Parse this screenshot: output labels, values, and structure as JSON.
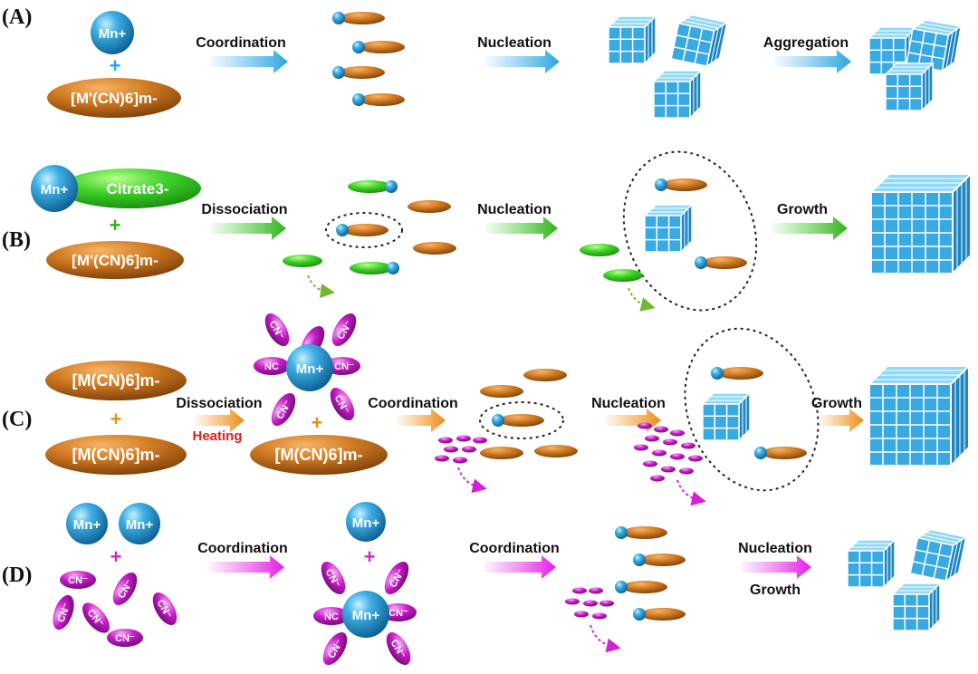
{
  "panels": [
    {
      "id": "A",
      "label": "(A)",
      "metal": "Mn+",
      "plus": "+",
      "cyanide": "[M'(CN)6]m-",
      "steps": [
        "Coordination",
        "Nucleation",
        "Aggregation"
      ]
    },
    {
      "id": "B",
      "label": "(B)",
      "metal": "Mn+",
      "ligand": "Citrate3-",
      "plus": "+",
      "cyanide": "[M'(CN)6]m-",
      "steps": [
        "Dissociation",
        "Nucleation",
        "Growth"
      ]
    },
    {
      "id": "C",
      "label": "(C)",
      "cyanide_top": "[M(CN)6]m-",
      "plus": "+",
      "cyanide_bottom": "[M(CN)6]m-",
      "steps": [
        "Dissociation",
        "Coordination",
        "Nucleation",
        "Growth"
      ],
      "condition": "Heating",
      "metal": "Mn+",
      "cyanide_product": "[M(CN)6]m-"
    },
    {
      "id": "D",
      "label": "(D)",
      "metal": "Mn+",
      "plus": "+",
      "steps": [
        "Coordination",
        "Coordination",
        "Nucleation",
        "Growth"
      ]
    }
  ],
  "cn_labels": {
    "cn": "CN⁻",
    "nc": "NC"
  }
}
